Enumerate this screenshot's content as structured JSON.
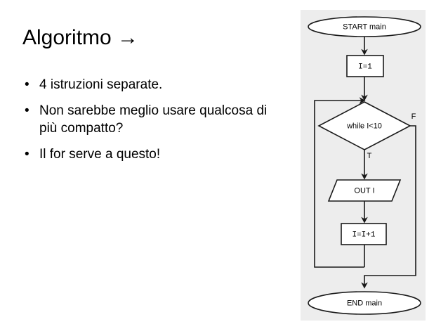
{
  "slide": {
    "title": "Algoritmo →",
    "bullets": [
      {
        "marker": "•",
        "text": "4 istruzioni separate."
      },
      {
        "marker": "•",
        "text": "Non sarebbe meglio usare qualcosa di più compatto?"
      },
      {
        "marker": "•",
        "text": "Il for serve a questo!"
      }
    ]
  },
  "flowchart": {
    "panel_background": "#ededed",
    "shape_fill": "#ffffff",
    "stroke_color": "#1a1a1a",
    "nodes": {
      "start": {
        "label": "START main",
        "shape": "ellipse"
      },
      "init": {
        "label": "I=1",
        "shape": "rectangle"
      },
      "condition": {
        "label": "while I<10",
        "shape": "diamond"
      },
      "output": {
        "label": "OUT I",
        "shape": "parallelogram"
      },
      "increment": {
        "label": "I=I+1",
        "shape": "rectangle"
      },
      "end": {
        "label": "END main",
        "shape": "ellipse"
      }
    },
    "branch_labels": {
      "true": "T",
      "false": "F"
    }
  }
}
